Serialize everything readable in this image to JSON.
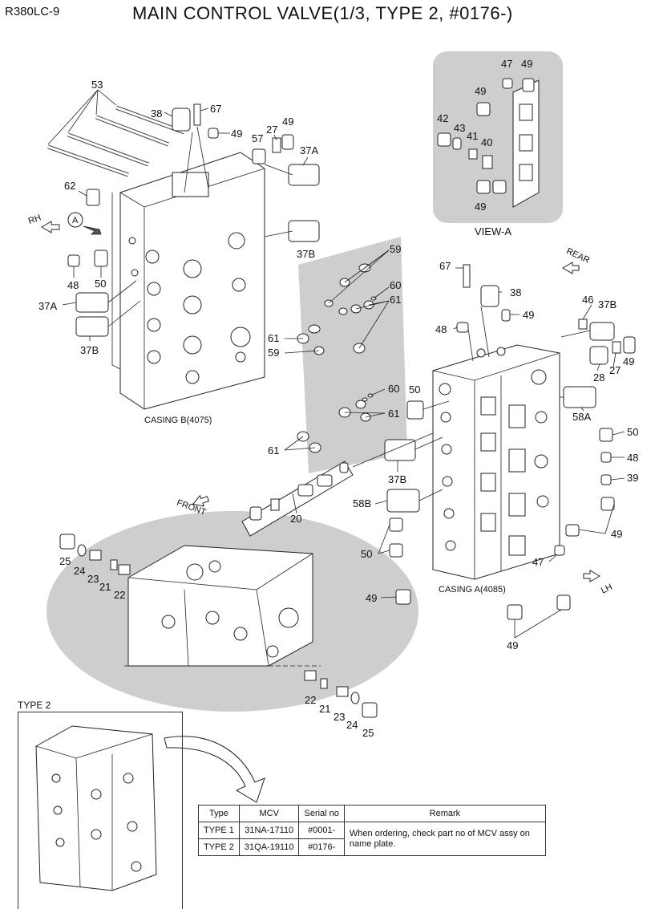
{
  "header": {
    "model": "R380LC-9",
    "title": "MAIN CONTROL VALVE(1/3, TYPE 2, #0176-)"
  },
  "captions": {
    "casing_b": "CASING B(4075)",
    "casing_a": "CASING A(4085)",
    "view_a": "VIEW-A",
    "type2": "TYPE 2"
  },
  "directions": {
    "rh": "RH",
    "lh": "LH",
    "front": "FRONT",
    "rear": "REAR",
    "view_marker": "A"
  },
  "callouts": {
    "p53": "53",
    "p38a": "38",
    "p67a": "67",
    "p49a": "49",
    "p57": "57",
    "p27a": "27",
    "p49b": "49",
    "p37a1": "37A",
    "p62": "62",
    "p37b1": "37B",
    "p48a": "48",
    "p50a": "50",
    "p37a2": "37A",
    "p37b2": "37B",
    "p47v": "47",
    "p49v1": "49",
    "p49v2": "49",
    "p42": "42",
    "p43": "43",
    "p41": "41",
    "p40": "40",
    "p49v3": "49",
    "p59a": "59",
    "p60a": "60",
    "p61a": "61",
    "p61b": "61",
    "p59b": "59",
    "p60b": "60",
    "p61c": "61",
    "p61d": "61",
    "p67b": "67",
    "p38b": "38",
    "p48b": "48",
    "p49c": "49",
    "p46": "46",
    "p37b3": "37B",
    "p28": "28",
    "p27b": "27",
    "p49d": "49",
    "p50b": "50",
    "p58a": "58A",
    "p50c": "50",
    "p48c": "48",
    "p39": "39",
    "p37b4": "37B",
    "p58b": "58B",
    "p20": "20",
    "p50d": "50",
    "p49e": "49",
    "p47b": "47",
    "p49f": "49",
    "p49g": "49",
    "p25a": "25",
    "p24a": "24",
    "p23a": "23",
    "p21a": "21",
    "p22a": "22",
    "p22b": "22",
    "p21b": "21",
    "p23b": "23",
    "p24b": "24",
    "p25b": "25"
  },
  "table": {
    "headers": [
      "Type",
      "MCV",
      "Serial no",
      "Remark"
    ],
    "rows": [
      {
        "type": "TYPE 1",
        "mcv": "31NA-17110",
        "serial": "#0001-"
      },
      {
        "type": "TYPE 2",
        "mcv": "31QA-19110",
        "serial": "#0176-"
      }
    ],
    "remark": "When ordering, check part no of MCV assy on name plate."
  }
}
